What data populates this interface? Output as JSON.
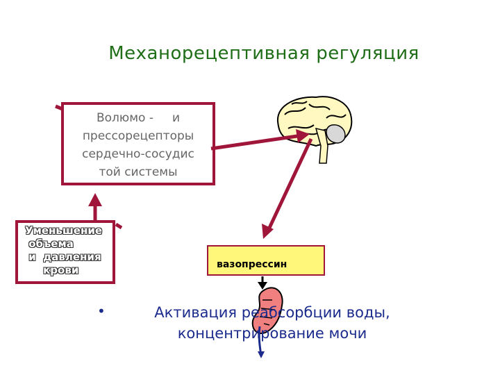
{
  "title": "Механорецептивная регуляция",
  "receptors_box": {
    "lines": [
      "Волюмо -     и",
      "прессорецепторы",
      "сердечно-сосудис",
      "той системы"
    ]
  },
  "decrease_box": {
    "lines": [
      "Уменьшение",
      " объема",
      " и  давления",
      "     крови"
    ]
  },
  "hormone_box": {
    "label": "вазопрессин"
  },
  "bullet": {
    "lines": [
      "Активация реабсорбции воды,",
      "концентрирование мочи"
    ]
  },
  "colors": {
    "title": "#1f6e17",
    "arrows": "#a0163b",
    "hormone_fill": "#fff77a",
    "bullet_text": "#1b2b8c"
  },
  "icons": [
    "brain-icon",
    "kidney-icon"
  ]
}
